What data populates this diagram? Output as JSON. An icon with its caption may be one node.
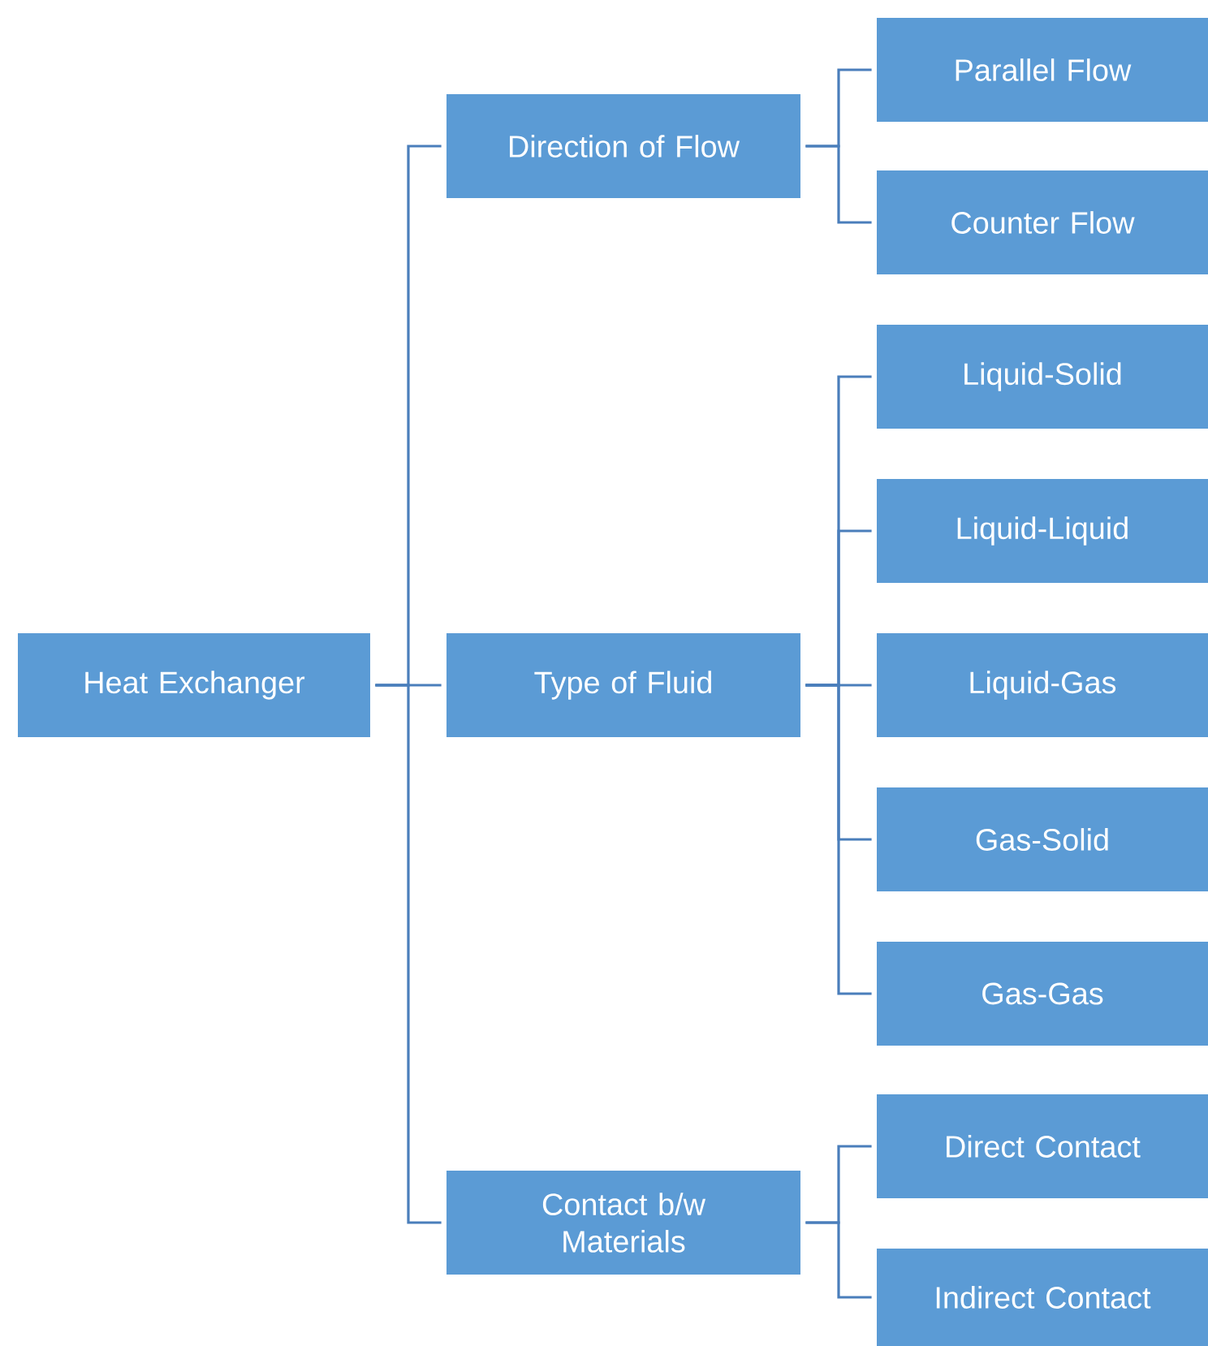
{
  "diagram": {
    "nodes": [
      {
        "text": [
          "Heat Exchanger"
        ]
      },
      {
        "text": [
          "Direction of Flow"
        ]
      },
      {
        "text": [
          "Parallel Flow"
        ]
      },
      {
        "text": [
          "Counter Flow"
        ]
      },
      {
        "text": [
          "Type of Fluid"
        ]
      },
      {
        "text": [
          "Liquid-Solid"
        ]
      },
      {
        "text": [
          "Liquid-Liquid"
        ]
      },
      {
        "text": [
          "Liquid-Gas"
        ]
      },
      {
        "text": [
          "Gas-Solid"
        ]
      },
      {
        "text": [
          "Gas-Gas"
        ]
      },
      {
        "text": [
          "Contact b/w Materials"
        ]
      },
      {
        "text": [
          "Direct Contact"
        ]
      },
      {
        "text": [
          "Indirect Contact"
        ]
      }
    ],
    "edges": [
      {
        "from": 0,
        "to": 1,
        "arrow": "none"
      },
      {
        "from": 0,
        "to": 4,
        "arrow": "none"
      },
      {
        "from": 0,
        "to": 10,
        "arrow": "none"
      },
      {
        "from": 1,
        "to": 2,
        "arrow": "none"
      },
      {
        "from": 1,
        "to": 3,
        "arrow": "none"
      },
      {
        "from": 4,
        "to": 5,
        "arrow": "none"
      },
      {
        "from": 4,
        "to": 6,
        "arrow": "none"
      },
      {
        "from": 4,
        "to": 7,
        "arrow": "none"
      },
      {
        "from": 4,
        "to": 8,
        "arrow": "none"
      },
      {
        "from": 4,
        "to": 9,
        "arrow": "none"
      },
      {
        "from": 10,
        "to": 11,
        "arrow": "none"
      },
      {
        "from": 10,
        "to": 12,
        "arrow": "none"
      }
    ]
  }
}
